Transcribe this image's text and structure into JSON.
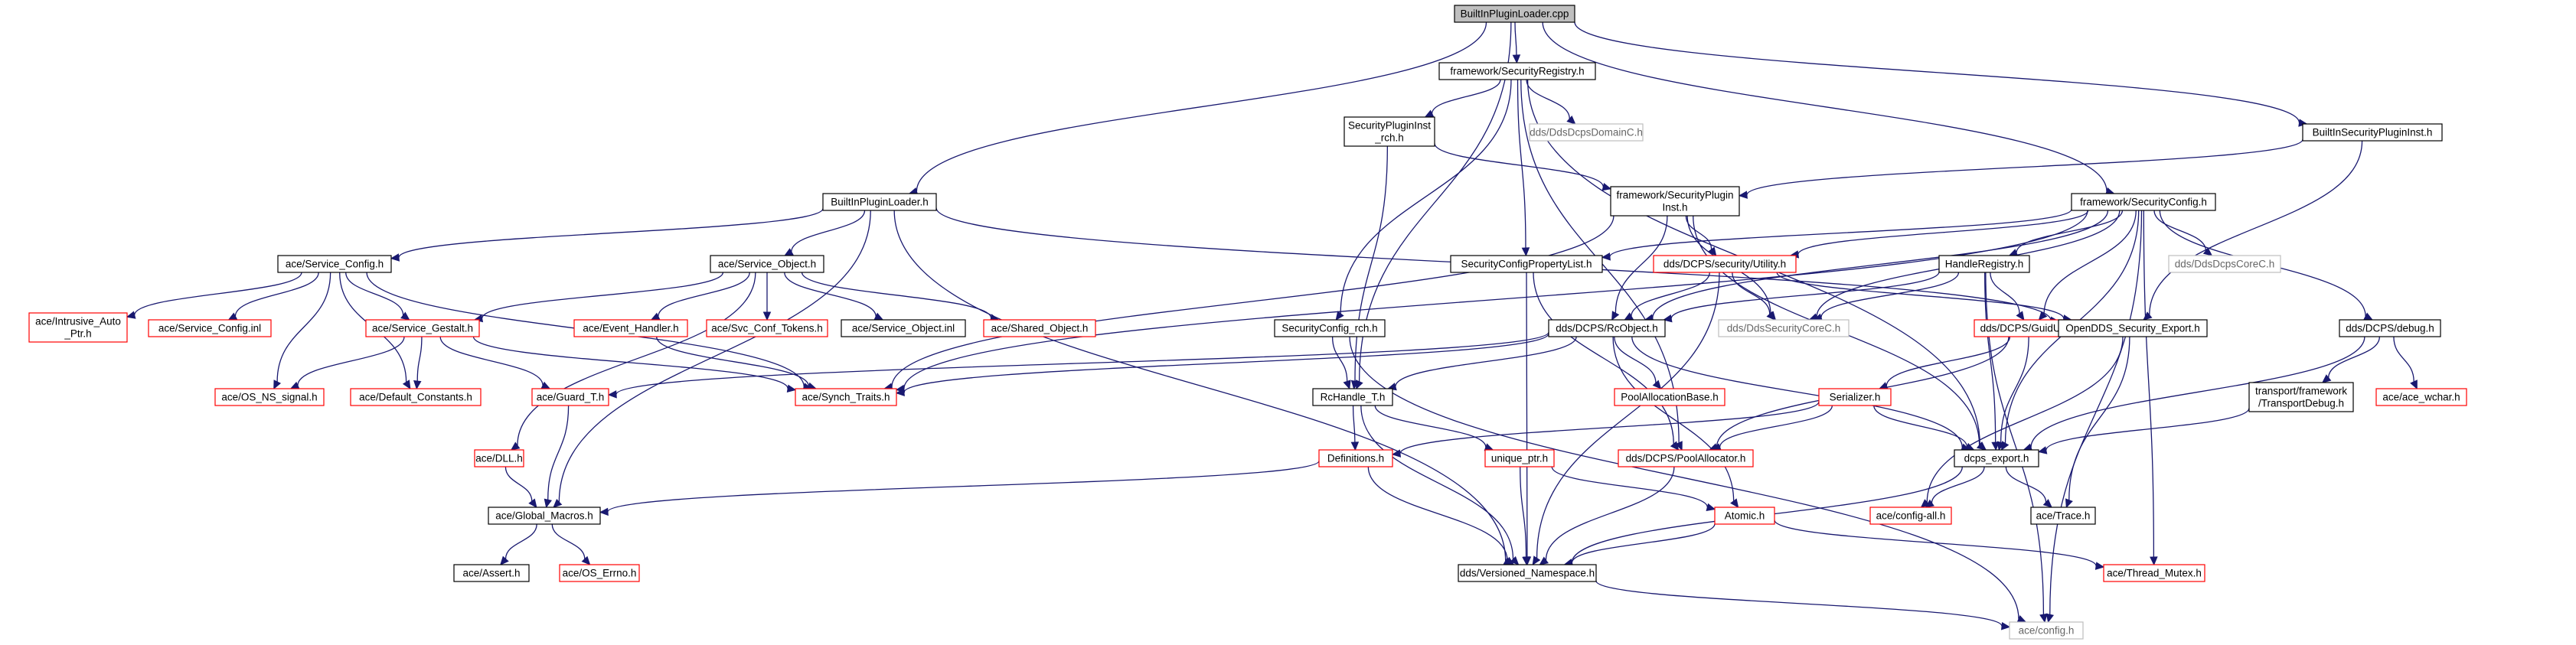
{
  "colors": {
    "root_fill": "#bfbfbf",
    "normal_border": "#000000",
    "external_border": "#ff0000",
    "grey_border": "#bfbfbf",
    "edge": "#191970",
    "text_normal": "#000000",
    "text_grey": "#666666"
  },
  "nodes": {
    "n_root": {
      "lines": [
        "BuiltInPluginLoader.cpp"
      ],
      "kind": "root"
    },
    "n_secreg": {
      "lines": [
        "framework/SecurityRegistry.h"
      ],
      "kind": "normal"
    },
    "n_bisecinst": {
      "lines": [
        "BuiltInSecurityPluginInst.h"
      ],
      "kind": "normal"
    },
    "n_spirch": {
      "lines": [
        "SecurityPluginInst",
        "_rch.h"
      ],
      "kind": "normal"
    },
    "n_ddsdomainc": {
      "lines": [
        "dds/DdsDcpsDomainC.h"
      ],
      "kind": "grey"
    },
    "n_bipl": {
      "lines": [
        "BuiltInPluginLoader.h"
      ],
      "kind": "normal"
    },
    "n_fwspi": {
      "lines": [
        "framework/SecurityPlugin",
        "Inst.h"
      ],
      "kind": "normal"
    },
    "n_fwsc": {
      "lines": [
        "framework/SecurityConfig.h"
      ],
      "kind": "normal"
    },
    "n_svccfg": {
      "lines": [
        "ace/Service_Config.h"
      ],
      "kind": "normal"
    },
    "n_svcobj": {
      "lines": [
        "ace/Service_Object.h"
      ],
      "kind": "normal"
    },
    "n_scpl": {
      "lines": [
        "SecurityConfigPropertyList.h"
      ],
      "kind": "normal"
    },
    "n_secutil": {
      "lines": [
        "dds/DCPS/security/Utility.h"
      ],
      "kind": "external"
    },
    "n_handlereg": {
      "lines": [
        "HandleRegistry.h"
      ],
      "kind": "normal"
    },
    "n_ddscorec": {
      "lines": [
        "dds/DdsDcpsCoreC.h"
      ],
      "kind": "grey"
    },
    "n_autoptr": {
      "lines": [
        "ace/Intrusive_Auto",
        "_Ptr.h"
      ],
      "kind": "external"
    },
    "n_svccfginl": {
      "lines": [
        "ace/Service_Config.inl"
      ],
      "kind": "external"
    },
    "n_svcgestalt": {
      "lines": [
        "ace/Service_Gestalt.h"
      ],
      "kind": "external"
    },
    "n_evthandler": {
      "lines": [
        "ace/Event_Handler.h"
      ],
      "kind": "external"
    },
    "n_svcconftok": {
      "lines": [
        "ace/Svc_Conf_Tokens.h"
      ],
      "kind": "external"
    },
    "n_svcobjinl": {
      "lines": [
        "ace/Service_Object.inl"
      ],
      "kind": "normal"
    },
    "n_sharedobj": {
      "lines": [
        "ace/Shared_Object.h"
      ],
      "kind": "external"
    },
    "n_scrch": {
      "lines": [
        "SecurityConfig_rch.h"
      ],
      "kind": "normal"
    },
    "n_rcobj": {
      "lines": [
        "dds/DCPS/RcObject.h"
      ],
      "kind": "normal"
    },
    "n_ddsseccorec": {
      "lines": [
        "dds/DdsSecurityCoreC.h"
      ],
      "kind": "grey"
    },
    "n_guidutils": {
      "lines": [
        "dds/DCPS/GuidUtils.h"
      ],
      "kind": "external"
    },
    "n_oddsexport": {
      "lines": [
        "OpenDDS_Security_Export.h"
      ],
      "kind": "normal"
    },
    "n_dcpsdebug": {
      "lines": [
        "dds/DCPS/debug.h"
      ],
      "kind": "normal"
    },
    "n_osnssignal": {
      "lines": [
        "ace/OS_NS_signal.h"
      ],
      "kind": "external"
    },
    "n_defconst": {
      "lines": [
        "ace/Default_Constants.h"
      ],
      "kind": "external"
    },
    "n_guardt": {
      "lines": [
        "ace/Guard_T.h"
      ],
      "kind": "external"
    },
    "n_synchtraits": {
      "lines": [
        "ace/Synch_Traits.h"
      ],
      "kind": "external"
    },
    "n_rchandle": {
      "lines": [
        "RcHandle_T.h"
      ],
      "kind": "normal"
    },
    "n_poolallocbase": {
      "lines": [
        "PoolAllocationBase.h"
      ],
      "kind": "external"
    },
    "n_serializer": {
      "lines": [
        "Serializer.h"
      ],
      "kind": "external"
    },
    "n_transdebug": {
      "lines": [
        "transport/framework",
        "/TransportDebug.h"
      ],
      "kind": "normal"
    },
    "n_acewchar": {
      "lines": [
        "ace/ace_wchar.h"
      ],
      "kind": "external"
    },
    "n_dll": {
      "lines": [
        "ace/DLL.h"
      ],
      "kind": "external"
    },
    "n_definitions": {
      "lines": [
        "Definitions.h"
      ],
      "kind": "external"
    },
    "n_uniqueptr": {
      "lines": [
        "unique_ptr.h"
      ],
      "kind": "external"
    },
    "n_poolalloc": {
      "lines": [
        "dds/DCPS/PoolAllocator.h"
      ],
      "kind": "external"
    },
    "n_dcpsexport": {
      "lines": [
        "dcps_export.h"
      ],
      "kind": "normal"
    },
    "n_globalmacros": {
      "lines": [
        "ace/Global_Macros.h"
      ],
      "kind": "normal"
    },
    "n_atomic": {
      "lines": [
        "Atomic.h"
      ],
      "kind": "external"
    },
    "n_configall": {
      "lines": [
        "ace/config-all.h"
      ],
      "kind": "external"
    },
    "n_acetrace": {
      "lines": [
        "ace/Trace.h"
      ],
      "kind": "normal"
    },
    "n_aceassert": {
      "lines": [
        "ace/Assert.h"
      ],
      "kind": "normal"
    },
    "n_oserrno": {
      "lines": [
        "ace/OS_Errno.h"
      ],
      "kind": "external"
    },
    "n_versionedns": {
      "lines": [
        "dds/Versioned_Namespace.h"
      ],
      "kind": "normal"
    },
    "n_threadmutex": {
      "lines": [
        "ace/Thread_Mutex.h"
      ],
      "kind": "external"
    },
    "n_aceconfig": {
      "lines": [
        "ace/config.h"
      ],
      "kind": "grey"
    }
  },
  "edges": [
    [
      "n_root",
      "n_secreg"
    ],
    [
      "n_root",
      "n_bisecinst"
    ],
    [
      "n_root",
      "n_bipl"
    ],
    [
      "n_root",
      "n_fwsc"
    ],
    [
      "n_root",
      "n_rchandle"
    ],
    [
      "n_secreg",
      "n_spirch"
    ],
    [
      "n_secreg",
      "n_ddsdomainc"
    ],
    [
      "n_secreg",
      "n_scpl"
    ],
    [
      "n_secreg",
      "n_scrch"
    ],
    [
      "n_secreg",
      "n_poolalloc"
    ],
    [
      "n_secreg",
      "n_dcpsexport"
    ],
    [
      "n_bisecinst",
      "n_fwspi"
    ],
    [
      "n_bisecinst",
      "n_oddsexport"
    ],
    [
      "n_spirch",
      "n_fwspi"
    ],
    [
      "n_spirch",
      "n_rchandle"
    ],
    [
      "n_bipl",
      "n_svccfg"
    ],
    [
      "n_bipl",
      "n_svcobj"
    ],
    [
      "n_bipl",
      "n_globalmacros"
    ],
    [
      "n_bipl",
      "n_versionedns"
    ],
    [
      "n_bipl",
      "n_oddsexport"
    ],
    [
      "n_fwspi",
      "n_secutil"
    ],
    [
      "n_fwspi",
      "n_rcobj"
    ],
    [
      "n_fwspi",
      "n_ddsseccorec"
    ],
    [
      "n_fwspi",
      "n_dcpsexport"
    ],
    [
      "n_fwspi",
      "n_synchtraits"
    ],
    [
      "n_fwsc",
      "n_scpl"
    ],
    [
      "n_fwsc",
      "n_secutil"
    ],
    [
      "n_fwsc",
      "n_handlereg"
    ],
    [
      "n_fwsc",
      "n_ddscorec"
    ],
    [
      "n_fwsc",
      "n_ddsseccorec"
    ],
    [
      "n_fwsc",
      "n_rcobj"
    ],
    [
      "n_fwsc",
      "n_guidutils"
    ],
    [
      "n_fwsc",
      "n_dcpsdebug"
    ],
    [
      "n_fwsc",
      "n_dcpsexport"
    ],
    [
      "n_fwsc",
      "n_threadmutex"
    ],
    [
      "n_fwsc",
      "n_aceconfig"
    ],
    [
      "n_fwsc",
      "n_synchtraits"
    ],
    [
      "n_svccfg",
      "n_autoptr"
    ],
    [
      "n_svccfg",
      "n_svccfginl"
    ],
    [
      "n_svccfg",
      "n_svcgestalt"
    ],
    [
      "n_svccfg",
      "n_osnssignal"
    ],
    [
      "n_svccfg",
      "n_defconst"
    ],
    [
      "n_svccfg",
      "n_synchtraits"
    ],
    [
      "n_svcobj",
      "n_svcgestalt"
    ],
    [
      "n_svcobj",
      "n_evthandler"
    ],
    [
      "n_svcobj",
      "n_svcconftok"
    ],
    [
      "n_svcobj",
      "n_svcobjinl"
    ],
    [
      "n_svcobj",
      "n_sharedobj"
    ],
    [
      "n_svcobj",
      "n_dll"
    ],
    [
      "n_svcgestalt",
      "n_osnssignal"
    ],
    [
      "n_svcgestalt",
      "n_defconst"
    ],
    [
      "n_svcgestalt",
      "n_guardt"
    ],
    [
      "n_svcgestalt",
      "n_synchtraits"
    ],
    [
      "n_evthandler",
      "n_synchtraits"
    ],
    [
      "n_scpl",
      "n_versionedns"
    ],
    [
      "n_scpl",
      "n_poolalloc"
    ],
    [
      "n_secutil",
      "n_rcobj"
    ],
    [
      "n_secutil",
      "n_ddsseccorec"
    ],
    [
      "n_secutil",
      "n_oddsexport"
    ],
    [
      "n_secutil",
      "n_versionedns"
    ],
    [
      "n_handlereg",
      "n_rcobj"
    ],
    [
      "n_handlereg",
      "n_ddsseccorec"
    ],
    [
      "n_handlereg",
      "n_guidutils"
    ],
    [
      "n_handlereg",
      "n_dcpsexport"
    ],
    [
      "n_handlereg",
      "n_aceconfig"
    ],
    [
      "n_scrch",
      "n_rchandle"
    ],
    [
      "n_scrch",
      "n_aceconfig"
    ],
    [
      "n_rcobj",
      "n_rchandle"
    ],
    [
      "n_rcobj",
      "n_poolallocbase"
    ],
    [
      "n_rcobj",
      "n_atomic"
    ],
    [
      "n_rcobj",
      "n_dcpsexport"
    ],
    [
      "n_rcobj",
      "n_guardt"
    ],
    [
      "n_rcobj",
      "n_synchtraits"
    ],
    [
      "n_guidutils",
      "n_serializer"
    ],
    [
      "n_guidutils",
      "n_dcpsexport"
    ],
    [
      "n_guidutils",
      "n_poolalloc"
    ],
    [
      "n_oddsexport",
      "n_configall"
    ],
    [
      "n_oddsexport",
      "n_acetrace"
    ],
    [
      "n_dcpsdebug",
      "n_transdebug"
    ],
    [
      "n_dcpsdebug",
      "n_acewchar"
    ],
    [
      "n_dcpsdebug",
      "n_dcpsexport"
    ],
    [
      "n_transdebug",
      "n_dcpsexport"
    ],
    [
      "n_guardt",
      "n_globalmacros"
    ],
    [
      "n_rchandle",
      "n_definitions"
    ],
    [
      "n_rchandle",
      "n_uniqueptr"
    ],
    [
      "n_rchandle",
      "n_versionedns"
    ],
    [
      "n_serializer",
      "n_definitions"
    ],
    [
      "n_serializer",
      "n_poolalloc"
    ],
    [
      "n_serializer",
      "n_dcpsexport"
    ],
    [
      "n_dll",
      "n_globalmacros"
    ],
    [
      "n_definitions",
      "n_globalmacros"
    ],
    [
      "n_definitions",
      "n_versionedns"
    ],
    [
      "n_uniqueptr",
      "n_atomic"
    ],
    [
      "n_uniqueptr",
      "n_versionedns"
    ],
    [
      "n_poolalloc",
      "n_versionedns"
    ],
    [
      "n_dcpsexport",
      "n_configall"
    ],
    [
      "n_dcpsexport",
      "n_acetrace"
    ],
    [
      "n_dcpsexport",
      "n_versionedns"
    ],
    [
      "n_globalmacros",
      "n_aceassert"
    ],
    [
      "n_globalmacros",
      "n_oserrno"
    ],
    [
      "n_atomic",
      "n_versionedns"
    ],
    [
      "n_atomic",
      "n_threadmutex"
    ],
    [
      "n_versionedns",
      "n_aceconfig"
    ]
  ]
}
